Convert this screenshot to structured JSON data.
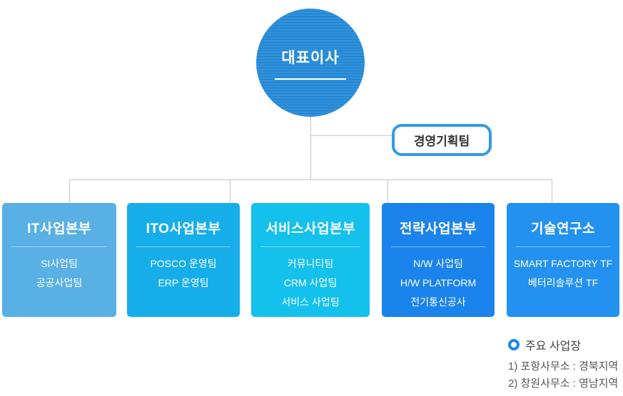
{
  "org_chart": {
    "ceo": {
      "label": "대표이사"
    },
    "staff": {
      "label": "경영기획팀"
    },
    "departments": [
      {
        "title": "IT사업본부",
        "color": "#58b0e4",
        "items": [
          "SI사업팀",
          "공공사업팀"
        ]
      },
      {
        "title": "ITO사업본부",
        "color": "#16aeea",
        "items": [
          "POSCO 운영팀",
          "ERP 운영팀"
        ]
      },
      {
        "title": "서비스사업본부",
        "color": "#14c0ec",
        "items": [
          "커뮤니티팀",
          "CRM 사업팀",
          "서비스 사업팀"
        ]
      },
      {
        "title": "전략사업본부",
        "color": "#1a83ec",
        "items": [
          "N/W 사업팀",
          "H/W PLATFORM",
          "전기통신공사"
        ]
      },
      {
        "title": "기술연구소",
        "color": "#2391f0",
        "items": [
          "SMART FACTORY TF",
          "베터리솔루션 TF"
        ]
      }
    ]
  },
  "note": {
    "title": "주요 사업장",
    "items": [
      "1) 포항사무소 : 경북지역",
      "2) 창원사무소 : 영남지역"
    ]
  },
  "colors": {
    "ceo_circle_base": "#2e91dc",
    "ceo_circle_stripe": "#2480cb",
    "staff_border": "#2f9ce8",
    "connector_line": "#c6c6c6",
    "bullet": "#1589ef",
    "note_text": "#555555"
  }
}
